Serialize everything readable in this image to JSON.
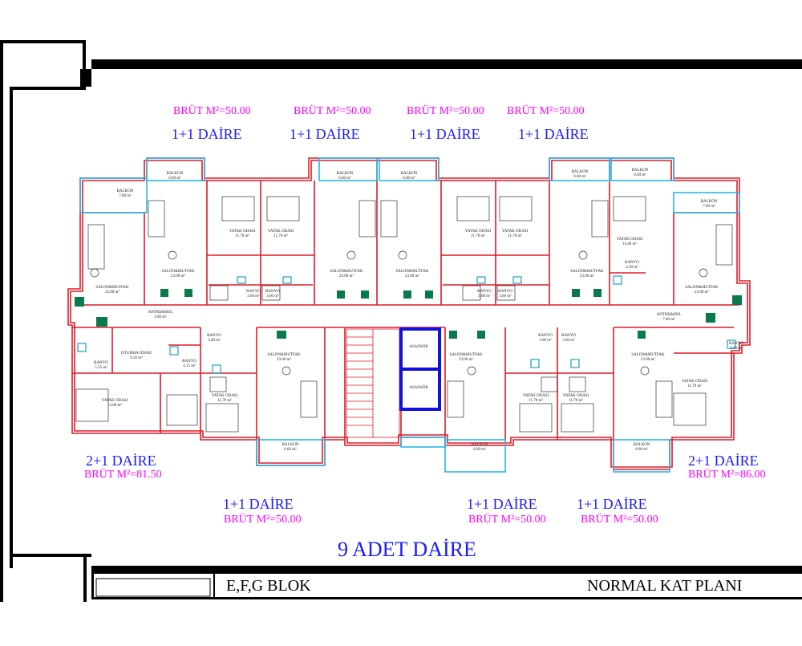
{
  "labels": {
    "top_brut": [
      "BRÜT M²=50.00",
      "BRÜT M²=50.00",
      "BRÜT M²=50.00",
      "BRÜT M²=50.00"
    ],
    "top_daire": [
      "1+1 DAİRE",
      "1+1 DAİRE",
      "1+1 DAİRE",
      "1+1 DAİRE"
    ],
    "left_daire": "2+1 DAİRE",
    "left_brut": "BRÜT M²=81.50",
    "right_daire": "2+1 DAİRE",
    "right_brut": "BRÜT M²=86.00",
    "bottom_daire": [
      "1+1 DAİRE",
      "1+1 DAİRE",
      "1+1 DAİRE"
    ],
    "bottom_brut": [
      "BRÜT M²=50.00",
      "BRÜT M²=50.00",
      "BRÜT M²=50.00"
    ],
    "total": "9 ADET DAİRE"
  },
  "title_block": {
    "block": "E,F,G BLOK",
    "plan": "NORMAL KAT PLANI"
  },
  "rooms": [
    {
      "name": "BALKON",
      "area": "6.60 m²"
    },
    {
      "name": "BALKON",
      "area": "7.00 m²"
    },
    {
      "name": "YATAK ODASI",
      "area": "11.70 m²"
    },
    {
      "name": "SALON&MUTFAK",
      "area": "23.00 m²"
    },
    {
      "name": "BANYO",
      "area": "3.60 m²"
    },
    {
      "name": "ANTRE&HOL",
      "area": "3.90 m²"
    },
    {
      "name": "ASANSÖR",
      "area": ""
    },
    {
      "name": "OTURMA ODASI",
      "area": "9.20 m²"
    },
    {
      "name": "YATAK ODASI",
      "area": "13.00 m²"
    },
    {
      "name": "YATAK ODASI",
      "area": "12.70 m²"
    },
    {
      "name": "BANYO",
      "area": "4.15 m²"
    },
    {
      "name": "BANYO",
      "area": "5.25 m²"
    },
    {
      "name": "BANYO",
      "area": "4.30 m²"
    },
    {
      "name": "YATAK ODASI",
      "area": "14.40 m²"
    },
    {
      "name": "ANTRE&HOL",
      "area": "7.60 m²"
    },
    {
      "name": "BANYO",
      "area": "3.20 m²"
    }
  ]
}
